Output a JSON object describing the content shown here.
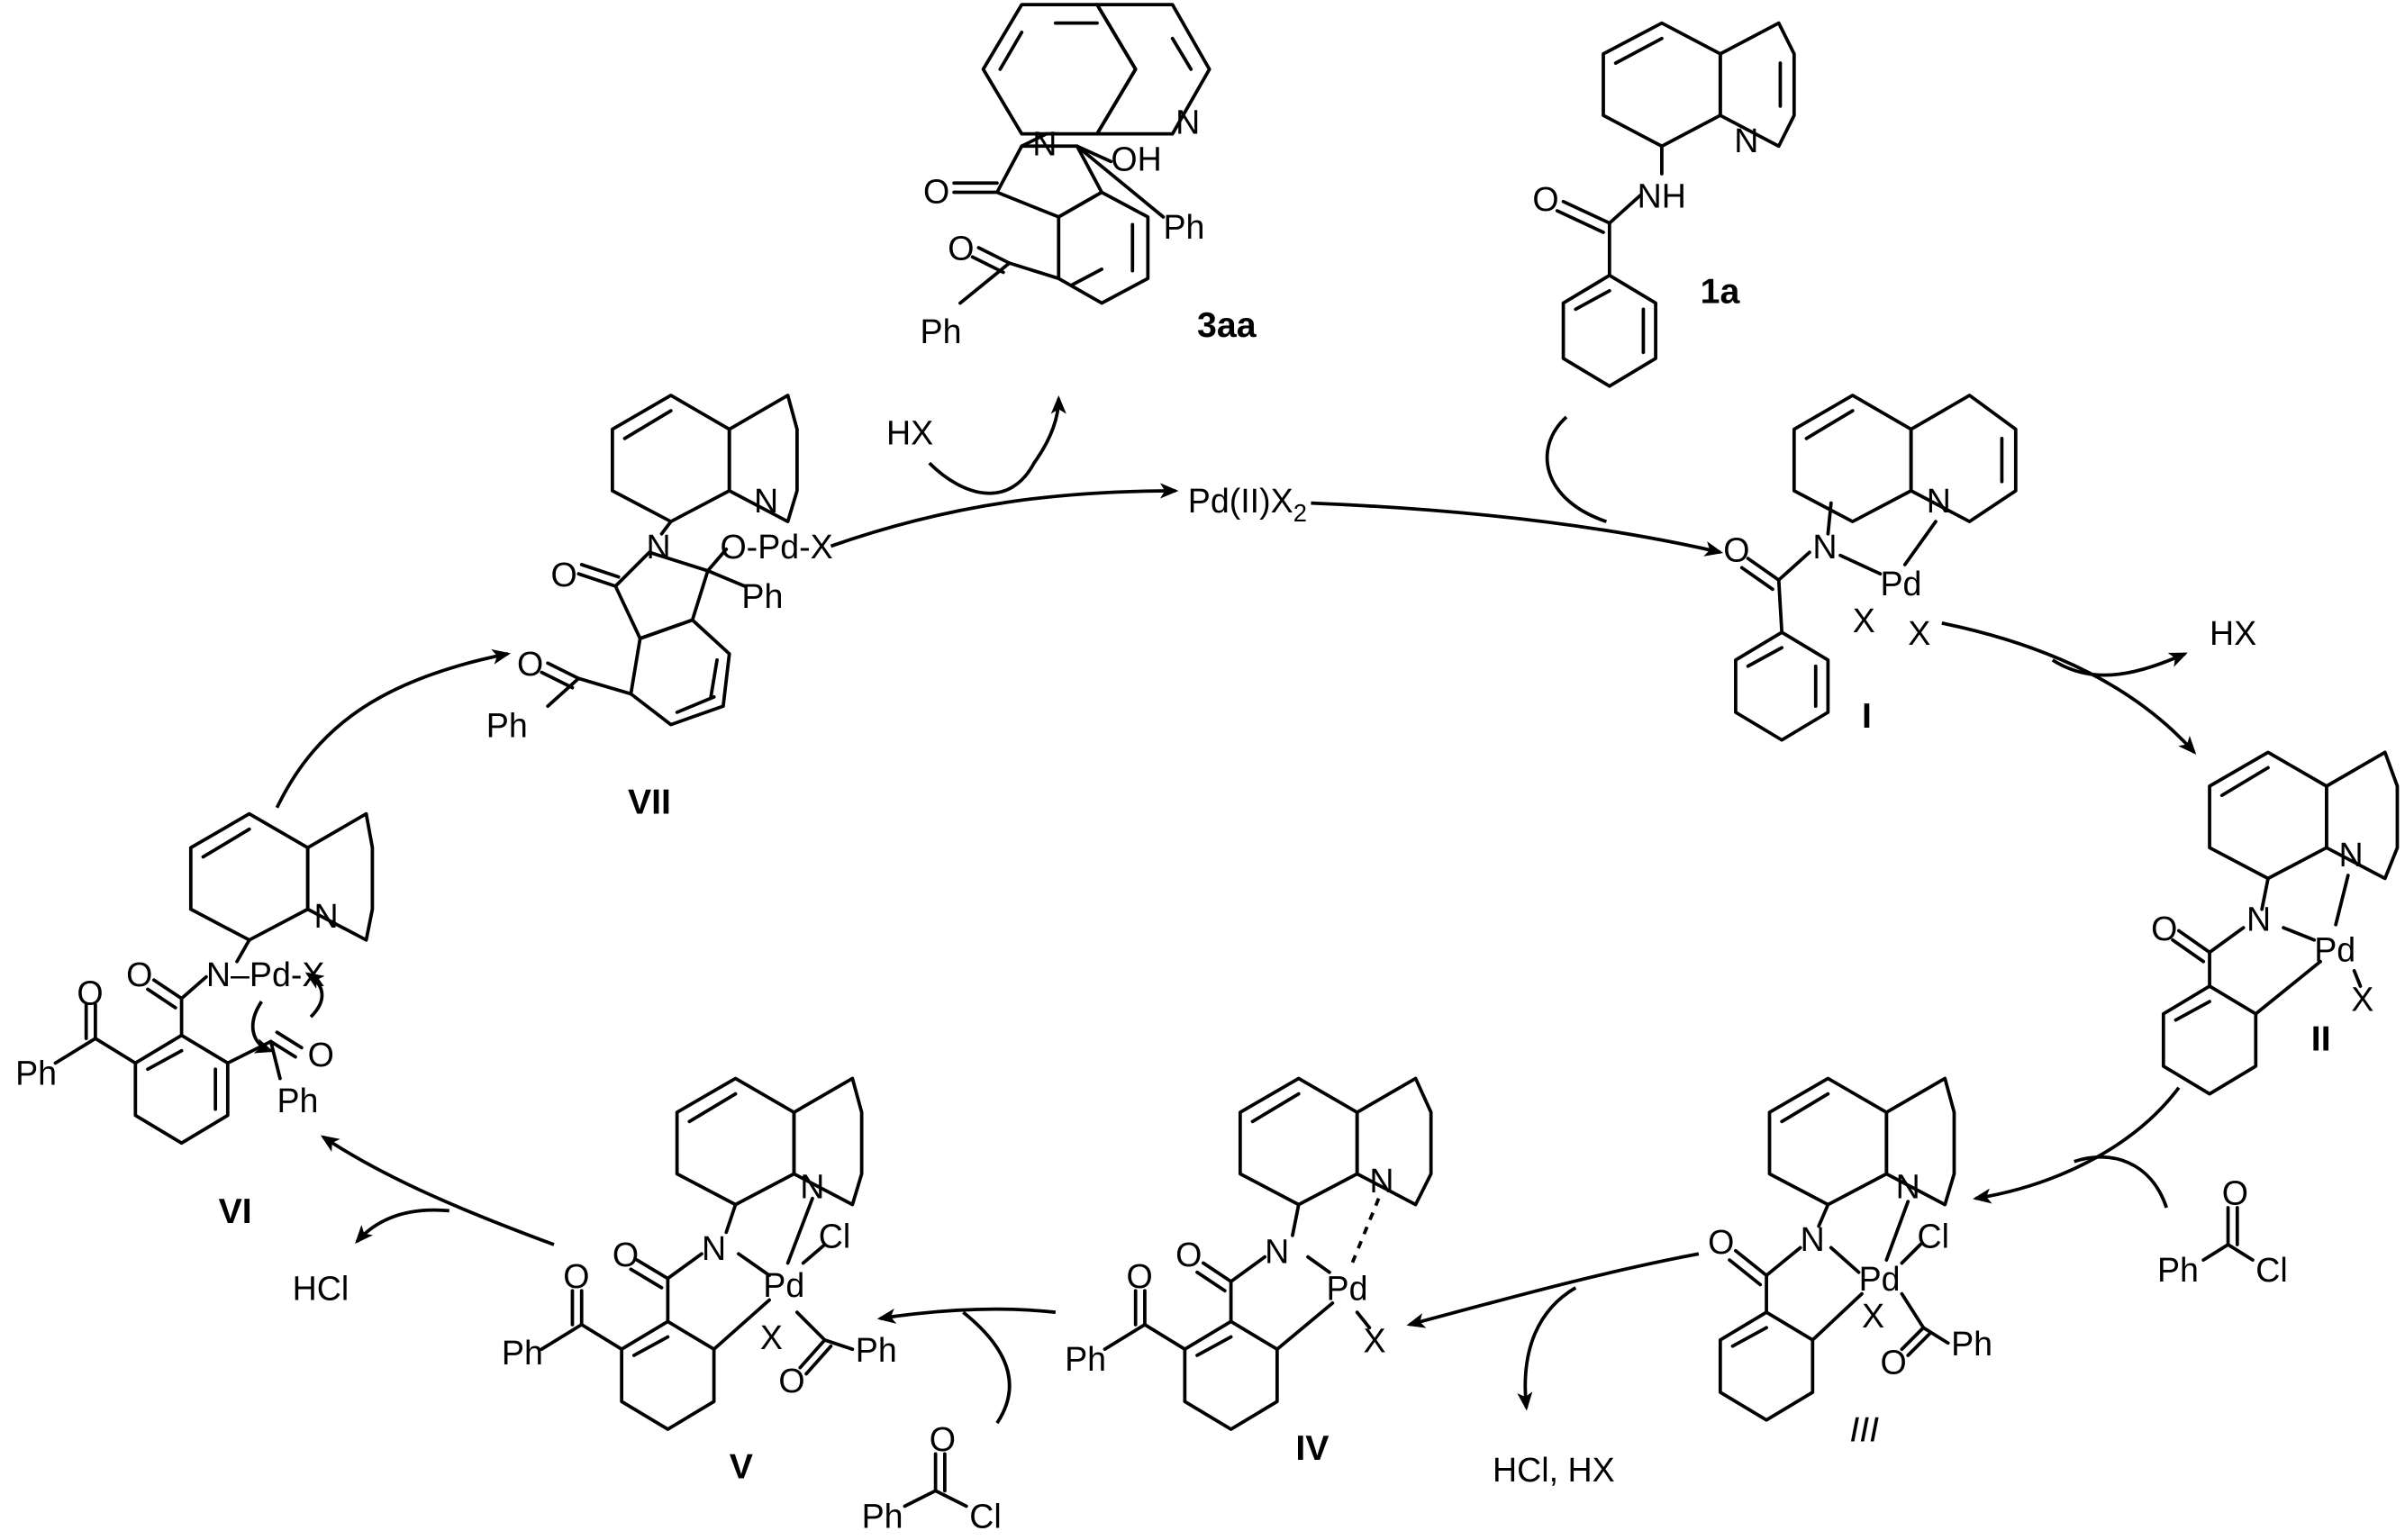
{
  "compounds": {
    "c3aa": {
      "id": "3aa",
      "labels": {
        "n": "N",
        "nq": "N",
        "o_ketone": "O",
        "o_lactam": "O",
        "oh": "OH",
        "ph1": "Ph",
        "ph2": "Ph"
      }
    },
    "c1a": {
      "id": "1a",
      "labels": {
        "nh": "NH",
        "nq": "N",
        "o": "O"
      }
    },
    "cI": {
      "id": "I",
      "labels": {
        "n": "N",
        "nq": "N",
        "o": "O",
        "pd": "Pd",
        "x1": "X",
        "x2": "X"
      }
    },
    "cII": {
      "id": "II",
      "labels": {
        "n": "N",
        "nq": "N",
        "o": "O",
        "pd": "Pd",
        "x": "X"
      }
    },
    "cIII": {
      "id": "III",
      "labels": {
        "n": "N",
        "nq": "N",
        "o": "O",
        "pd": "Pd",
        "cl": "Cl",
        "x": "X",
        "o2": "O",
        "ph": "Ph"
      }
    },
    "cIV": {
      "id": "IV",
      "labels": {
        "n": "N",
        "nq": "N",
        "o": "O",
        "o_ketone": "O",
        "pd": "Pd",
        "x": "X",
        "ph": "Ph"
      }
    },
    "cV": {
      "id": "V",
      "labels": {
        "n": "N",
        "nq": "N",
        "o": "O",
        "o_ketone": "O",
        "pd": "Pd",
        "cl": "Cl",
        "x": "X",
        "o2": "O",
        "ph1": "Ph",
        "ph2": "Ph"
      }
    },
    "cVI": {
      "id": "VI",
      "labels": {
        "n_pd": "N–Pd-X",
        "nq": "N",
        "o": "O",
        "o_ketone": "O",
        "o2": "O",
        "ph1": "Ph",
        "ph2": "Ph"
      }
    },
    "cVII": {
      "id": "VII",
      "labels": {
        "n": "N",
        "nq": "N",
        "o_lactam": "O",
        "o_ketone": "O",
        "opdx": "O-Pd-X",
        "ph1": "Ph",
        "ph2": "Ph"
      }
    }
  },
  "reagents": {
    "catalyst": "Pd(II)X",
    "catalyst_subscript": "2",
    "hx_left": "HX",
    "hx_right": "HX",
    "hcl_hx": "HCl, HX",
    "hcl": "HCl",
    "acyl_chloride_right": {
      "ph": "Ph",
      "o": "O",
      "cl": "Cl"
    },
    "acyl_chloride_bottom": {
      "ph": "Ph",
      "o": "O",
      "cl": "Cl"
    }
  }
}
